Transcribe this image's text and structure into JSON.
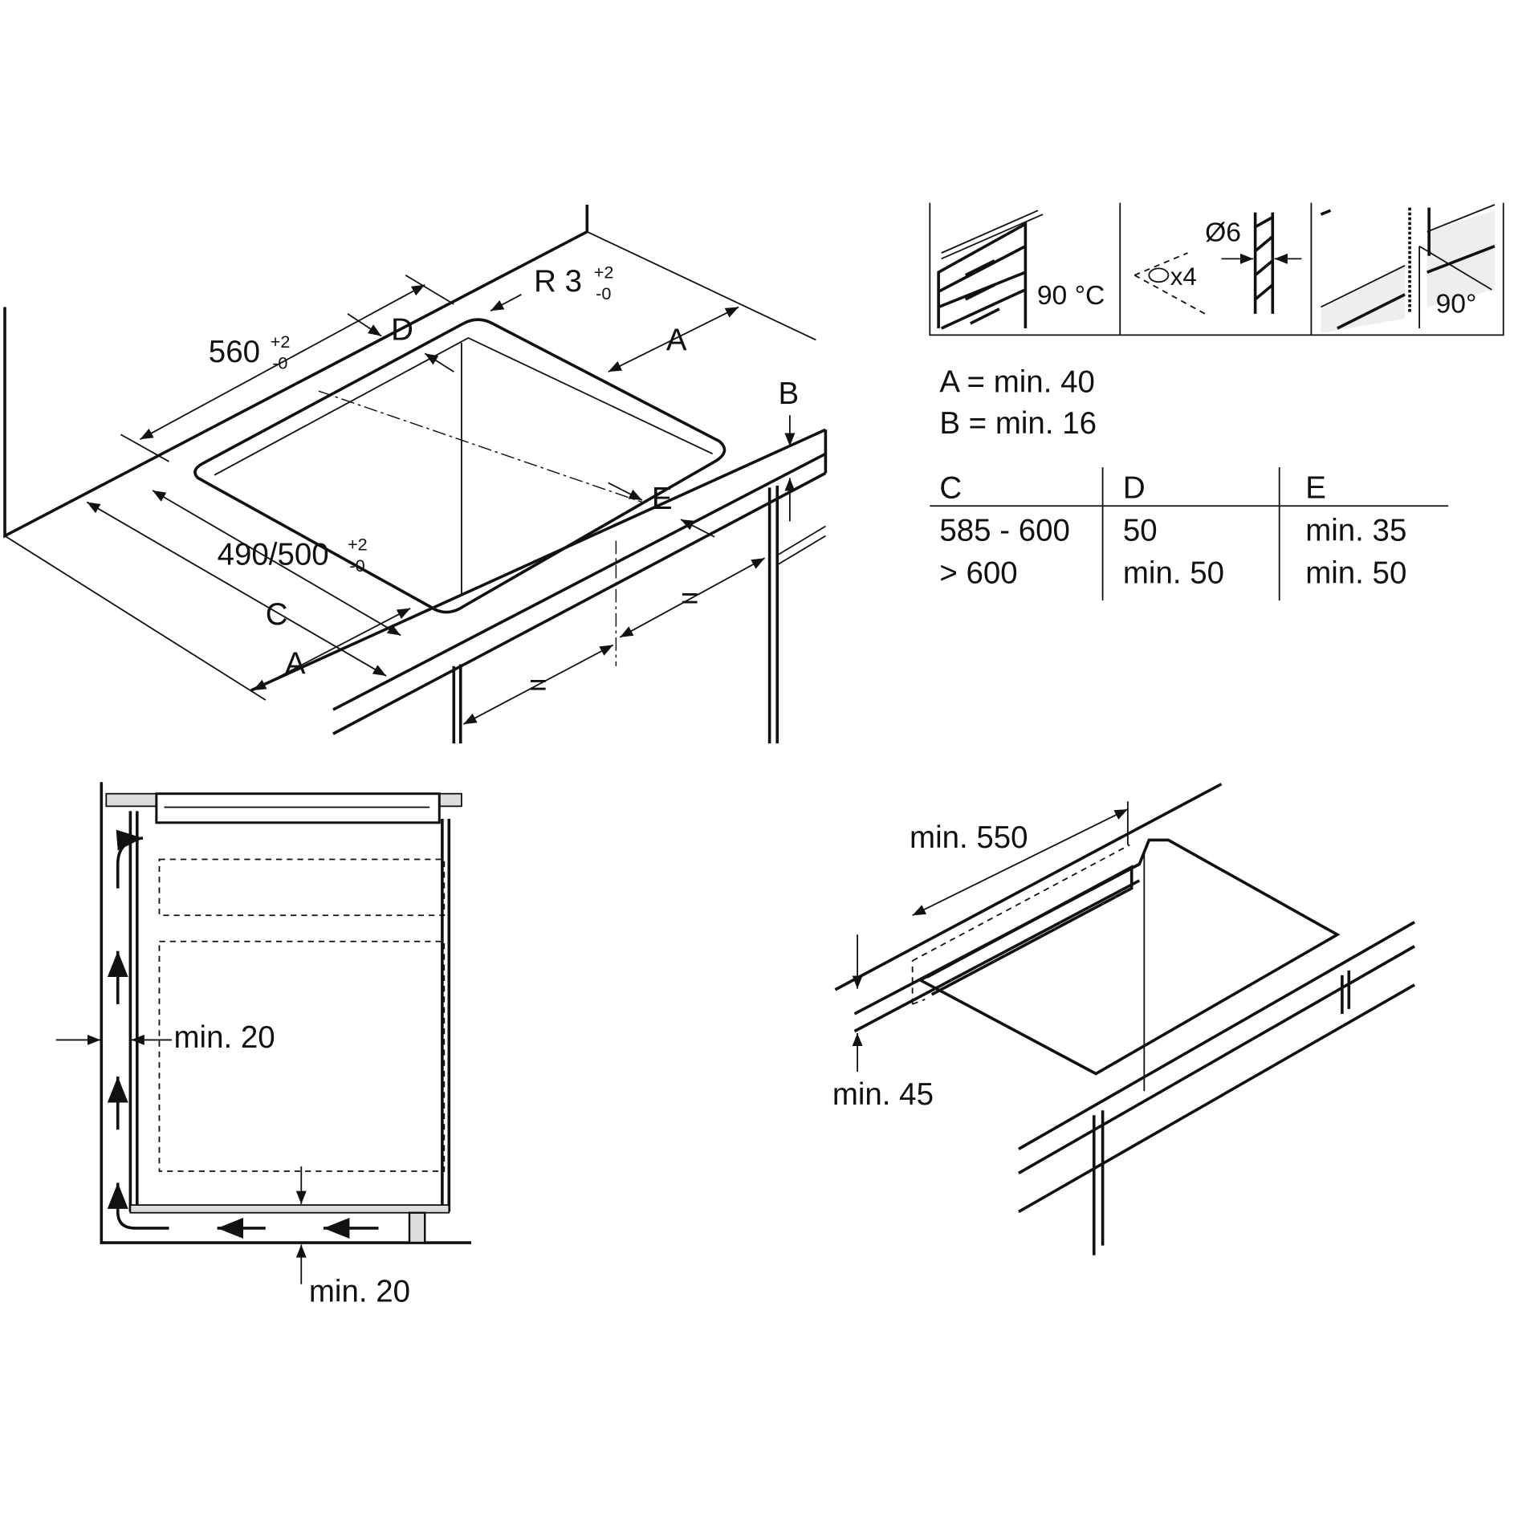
{
  "main_view": {
    "width_label": "560",
    "width_tol_plus": "+2",
    "width_tol_minus": "-0",
    "radius_label": "R 3",
    "radius_tol_plus": "+2",
    "radius_tol_minus": "-0",
    "depth_label": "490/500",
    "depth_tol_plus": "+2",
    "depth_tol_minus": "-0",
    "label_a_top": "A",
    "label_a_bottom": "A",
    "label_b": "B",
    "label_c": "C",
    "label_d": "D",
    "label_e": "E",
    "equal_1": "=",
    "equal_2": "="
  },
  "icon_panel": {
    "temp_label": "90 °C",
    "drill_diameter": "Ø6",
    "screw_count": "x4",
    "angle_label": "90°"
  },
  "requirements": {
    "a_line": "A = min. 40",
    "b_line": "B = min. 16"
  },
  "table": {
    "headers": [
      "C",
      "D",
      "E"
    ],
    "rows": [
      [
        "585 - 600",
        "50",
        "min. 35"
      ],
      [
        "> 600",
        "min. 50",
        "min. 50"
      ]
    ]
  },
  "section_view": {
    "side_gap": "min. 20",
    "bottom_gap": "min. 20"
  },
  "rear_view": {
    "rear_distance": "min. 550",
    "thickness": "min. 45"
  }
}
